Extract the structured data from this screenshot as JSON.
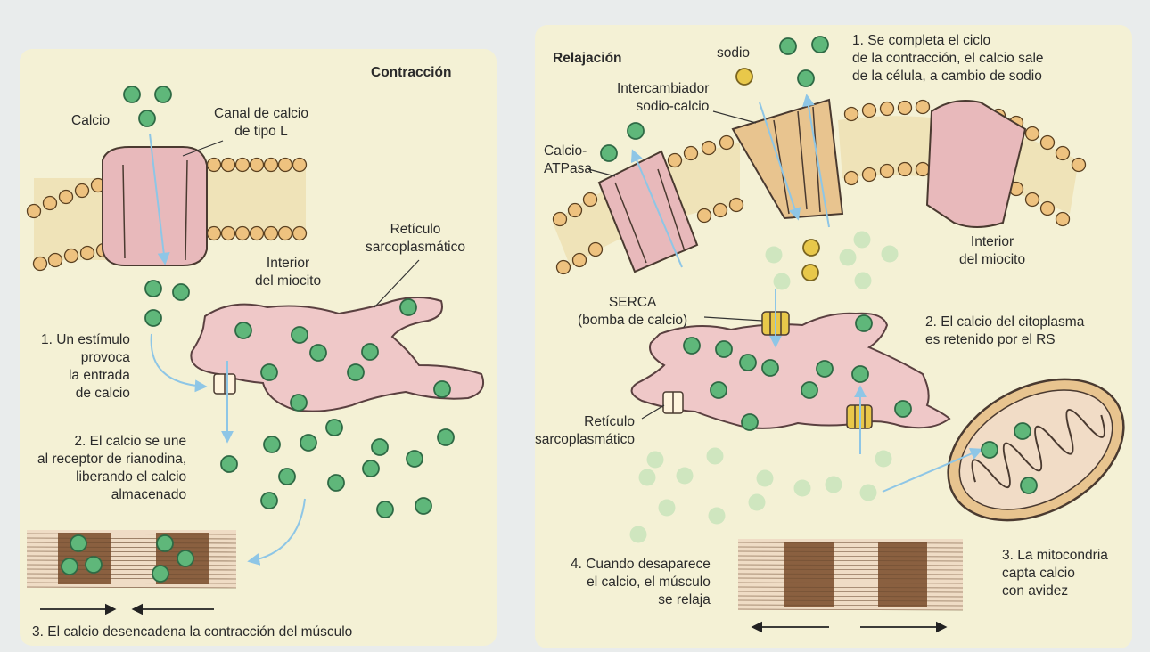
{
  "colors": {
    "calcium": "#5fb77a",
    "sodium": "#e8c84a",
    "channel": "#e8b9bb",
    "exchanger": "#e8c48f",
    "reticulum": "#efc8c8",
    "membrane_head": "#eec27f",
    "panel": "#f4f1d5"
  },
  "left": {
    "title": "Contracción",
    "calcio": "Calcio",
    "canal": [
      "Canal de calcio",
      "de tipo L"
    ],
    "reticulo": [
      "Retículo",
      "sarcoplasmático"
    ],
    "interior": [
      "Interior",
      "del miocito"
    ],
    "step1": [
      "1. Un estímulo",
      "provoca",
      "la entrada",
      "de calcio"
    ],
    "step2": [
      "2. El calcio se une",
      "al receptor de rianodina,",
      "liberando el calcio",
      "almacenado"
    ],
    "step3": "3. El calcio desencadena la contracción del músculo"
  },
  "right": {
    "title": "Relajación",
    "sodio": "sodio",
    "intercambiador": [
      "Intercambiador",
      "sodio-calcio"
    ],
    "atpasa": [
      "Calcio-",
      "ATPasa"
    ],
    "step1": [
      "1. Se completa el ciclo",
      "de la contracción, el calcio sale",
      "de la célula, a cambio de sodio"
    ],
    "interior": [
      "Interior",
      "del miocito"
    ],
    "serca": [
      "SERCA",
      "(bomba de calcio)"
    ],
    "step2": [
      "2. El calcio del citoplasma",
      "es retenido por el RS"
    ],
    "reticulo": [
      "Retículo",
      "sarcoplasmático"
    ],
    "step3": [
      "3. La mitocondria",
      "capta calcio",
      "con avidez"
    ],
    "step4": [
      "4. Cuando desaparece",
      "el calcio, el músculo",
      "se relaja"
    ]
  }
}
